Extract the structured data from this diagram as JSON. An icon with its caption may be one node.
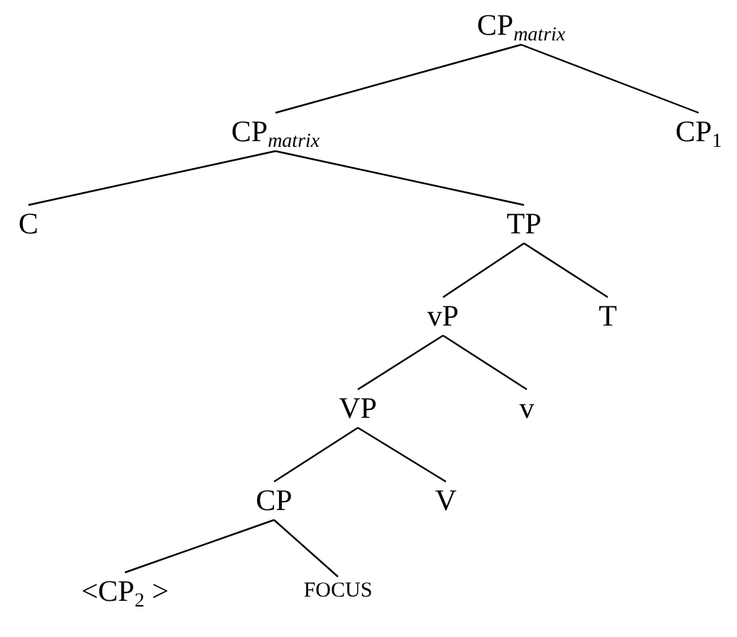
{
  "diagram": {
    "nodes": [
      {
        "text": [
          "CP$_{matrix}$"
        ]
      },
      {
        "text": [
          "CP$_{matrix}$"
        ]
      },
      {
        "text": [
          "CP$_{1}$"
        ]
      },
      {
        "text": [
          "C"
        ]
      },
      {
        "text": [
          "TP"
        ]
      },
      {
        "text": [
          "vP"
        ]
      },
      {
        "text": [
          "T"
        ]
      },
      {
        "text": [
          "VP"
        ]
      },
      {
        "text": [
          "v"
        ]
      },
      {
        "text": [
          "CP"
        ]
      },
      {
        "text": [
          "V"
        ]
      },
      {
        "text": [
          "<CP$_{2}$ >"
        ]
      },
      {
        "text": [
          "FOCUS"
        ]
      }
    ],
    "edges": [
      {
        "from": 0,
        "to": 1,
        "arrow": "none"
      },
      {
        "from": 0,
        "to": 2,
        "arrow": "none"
      },
      {
        "from": 1,
        "to": 3,
        "arrow": "none"
      },
      {
        "from": 1,
        "to": 4,
        "arrow": "none"
      },
      {
        "from": 4,
        "to": 5,
        "arrow": "none"
      },
      {
        "from": 4,
        "to": 6,
        "arrow": "none"
      },
      {
        "from": 5,
        "to": 7,
        "arrow": "none"
      },
      {
        "from": 5,
        "to": 8,
        "arrow": "none"
      },
      {
        "from": 7,
        "to": 9,
        "arrow": "none"
      },
      {
        "from": 7,
        "to": 10,
        "arrow": "none"
      },
      {
        "from": 9,
        "to": 11,
        "arrow": "none"
      },
      {
        "from": 9,
        "to": 12,
        "arrow": "none"
      }
    ]
  }
}
